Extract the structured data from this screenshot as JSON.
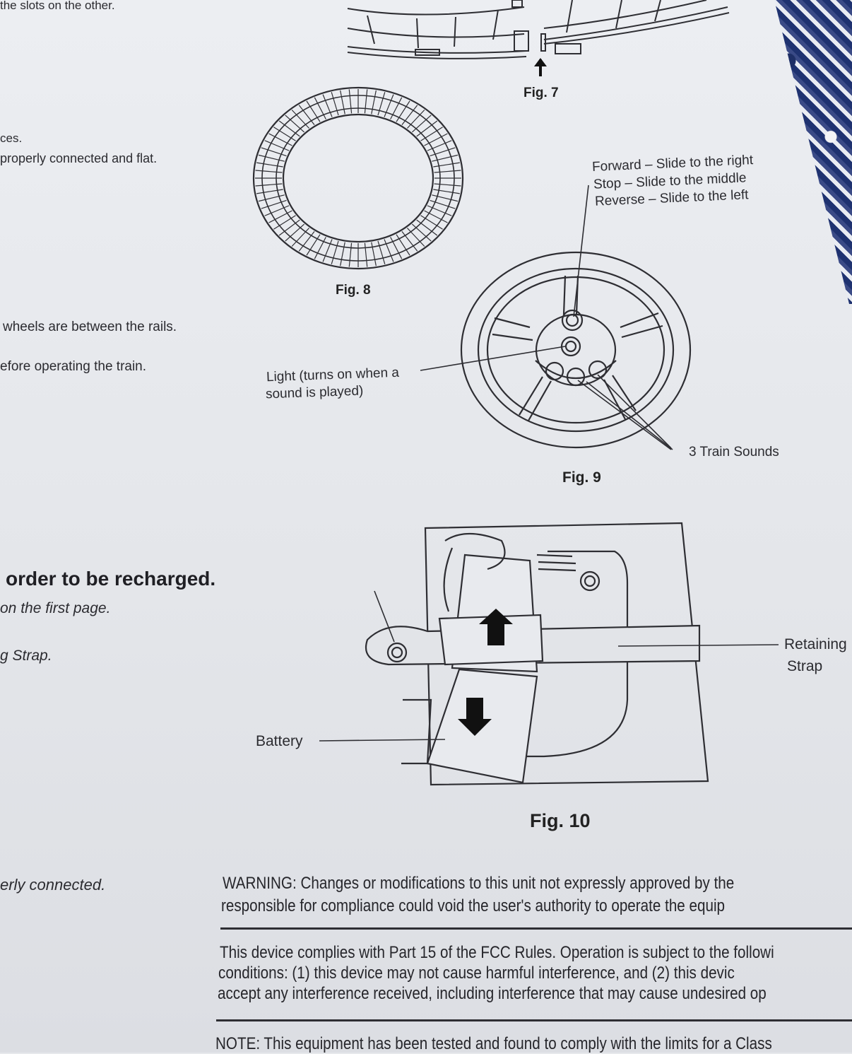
{
  "left_column": {
    "line_slots": "the slots on the other.",
    "line_pieces": "ces.",
    "line_connected_flat": "properly connected and flat.",
    "line_wheels": "wheels are between the rails.",
    "line_before_operating": "efore operating the train.",
    "heading_recharge": "order to be recharged.",
    "line_first_page": "on the first page.",
    "line_strap": "g Strap.",
    "line_erly_connected": "erly connected."
  },
  "figures": {
    "fig7_label": "Fig. 7",
    "fig8_label": "Fig. 8",
    "fig9_label": "Fig. 9",
    "fig10_label": "Fig. 10"
  },
  "fig9_callouts": {
    "forward": "Forward – Slide to the right",
    "stop": "Stop – Slide to the middle",
    "reverse": "Reverse – Slide to the left",
    "light_line1": "Light (turns on when a",
    "light_line2": "sound is played)",
    "sounds": "3 Train Sounds"
  },
  "fig10_callouts": {
    "retaining_line1": "Retaining",
    "retaining_line2": "Strap",
    "battery": "Battery"
  },
  "notices": {
    "warning_line1": "WARNING: Changes or modifications to this unit not expressly approved by the",
    "warning_line2": "responsible for compliance could void the user's authority to operate the equip",
    "fcc_line1": "This device complies with Part 15 of the FCC Rules. Operation is subject to the followi",
    "fcc_line2": "conditions: (1) this device may not cause harmful interference, and (2) this devic",
    "fcc_line3": "accept any interference received, including interference that may cause undesired op",
    "note_line1": "NOTE: This equipment has been tested and found to comply with the limits for a Class"
  }
}
